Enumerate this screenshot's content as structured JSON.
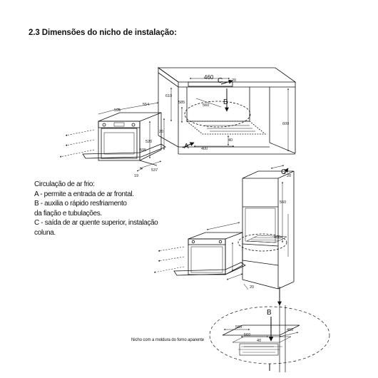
{
  "section": {
    "heading": "2.3 Dimensões do nicho de instalação:"
  },
  "legend": {
    "title": "Circulação de ar frio:",
    "lines": [
      "A - permite a entrada de ar frontal.",
      "B - auxilia o rápido resfriamento",
      "da fiação e tubulações.",
      "C - saída de ar quente superior, instalação",
      "coluna."
    ]
  },
  "figure_top": {
    "labels": {
      "width_460": "460",
      "c": "C",
      "d20": "20",
      "d610": "610",
      "d585": "585",
      "d560": "560",
      "b": "B",
      "d600": "600",
      "a": "A",
      "d400": "400",
      "d40": "40",
      "d595": "595",
      "d554": "554",
      "d520": "520",
      "d20b": "20",
      "d595b": "595",
      "d537": "537",
      "d19": "19"
    }
  },
  "figure_bottom": {
    "labels": {
      "c": "C",
      "d20": "20",
      "d560": "560",
      "b": "B",
      "d400": "400",
      "d585": "585",
      "d560b": "560",
      "d400b": "400",
      "d40": "40",
      "d20b": "20"
    },
    "caption": "Nicho com a moldura do forno aparente"
  }
}
